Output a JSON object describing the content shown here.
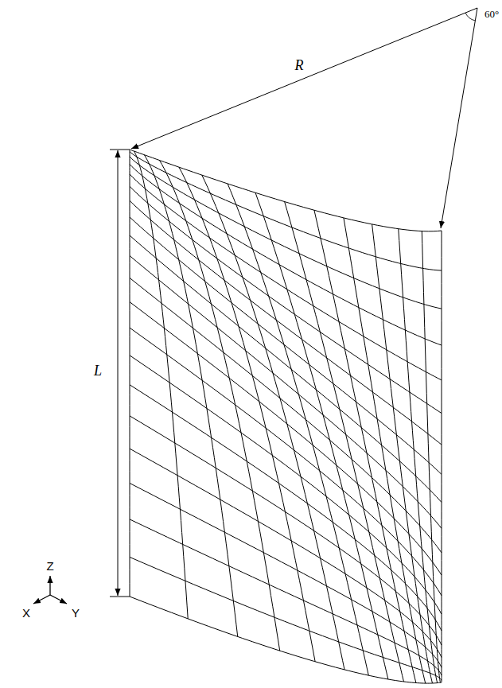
{
  "diagram": {
    "labels": [
      "R",
      "60°",
      "L",
      "Z",
      "X",
      "Y"
    ]
  }
}
